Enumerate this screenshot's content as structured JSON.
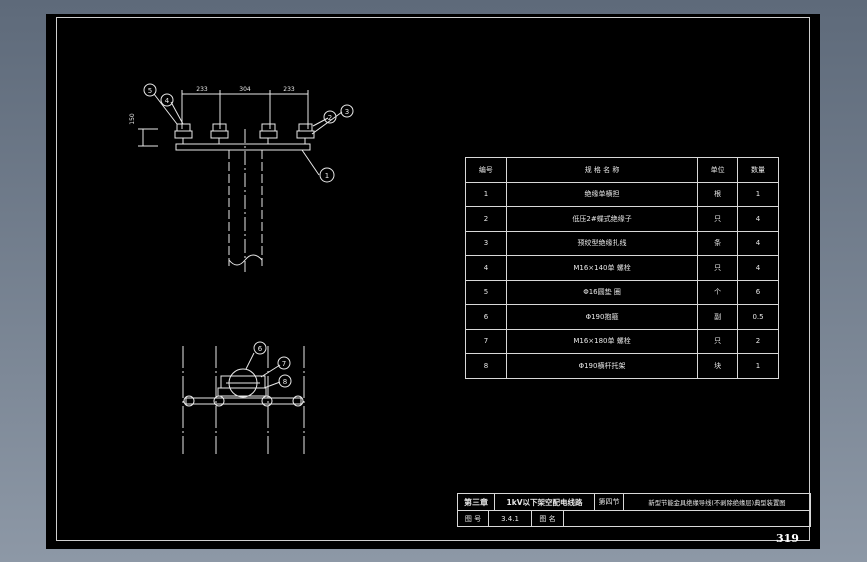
{
  "dimensions": [
    "233",
    "304",
    "233",
    "150"
  ],
  "callouts": [
    "5",
    "4",
    "2",
    "3",
    "1",
    "6",
    "7",
    "8"
  ],
  "table": {
    "headers": [
      "编号",
      "规 格 名 称",
      "单位",
      "数量"
    ],
    "rows": [
      [
        "1",
        "绝缘单横担",
        "根",
        "1"
      ],
      [
        "2",
        "低压2#蝶式绝缘子",
        "只",
        "4"
      ],
      [
        "3",
        "预绞型绝缘扎线",
        "条",
        "4"
      ],
      [
        "4",
        "M16×140单 螺栓",
        "只",
        "4"
      ],
      [
        "5",
        "Φ16圆垫 圈",
        "个",
        "6"
      ],
      [
        "6",
        "Φ190抱箍",
        "副",
        "0.5"
      ],
      [
        "7",
        "M16×180单 螺栓",
        "只",
        "2"
      ],
      [
        "8",
        "Φ190横杆托架",
        "块",
        "1"
      ]
    ]
  },
  "title_block": {
    "chapter": "第三章",
    "chapter_title": "1kV以下架空配电线路",
    "section": "第四节",
    "drawing_title": "新型节能金具绝缘导线(不剥除绝缘层)典型装置图",
    "fig_no_label": "图 号",
    "fig_no": "3.4.1",
    "fig_name_label": "图 名"
  },
  "page_number": "319"
}
